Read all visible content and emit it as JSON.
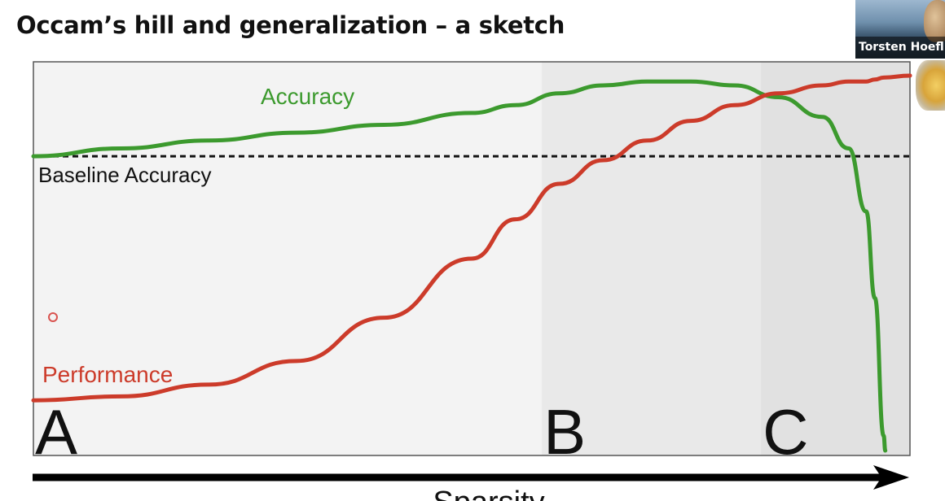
{
  "slide": {
    "title": "Occam’s hill and generalization – a sketch"
  },
  "video": {
    "participant_name": "Torsten Hoefl"
  },
  "chart_data": {
    "type": "line",
    "title": "",
    "xlabel": "Sparsity",
    "ylabel": "",
    "x": [
      0,
      0.1,
      0.2,
      0.3,
      0.4,
      0.5,
      0.55,
      0.6,
      0.65,
      0.7,
      0.75,
      0.8,
      0.85,
      0.9,
      0.93,
      0.95,
      0.96,
      0.97,
      1.0
    ],
    "series": [
      {
        "name": "Accuracy",
        "color": "#3c9a2e",
        "values": [
          0.76,
          0.78,
          0.8,
          0.82,
          0.84,
          0.87,
          0.89,
          0.92,
          0.94,
          0.95,
          0.95,
          0.94,
          0.91,
          0.86,
          0.78,
          0.62,
          0.4,
          0.05,
          null
        ]
      },
      {
        "name": "Performance",
        "color": "#cc3b2a",
        "values": [
          0.14,
          0.15,
          0.18,
          0.24,
          0.35,
          0.5,
          0.6,
          0.69,
          0.75,
          0.8,
          0.85,
          0.89,
          0.92,
          0.94,
          0.95,
          0.95,
          0.955,
          0.96,
          0.965
        ]
      }
    ],
    "baseline": {
      "name": "Baseline Accuracy",
      "value": 0.76
    },
    "regions": [
      {
        "label": "A",
        "start": 0,
        "end": 0.58,
        "color": "#f3f3f3"
      },
      {
        "label": "B",
        "start": 0.58,
        "end": 0.83,
        "color": "#e9e9e9"
      },
      {
        "label": "C",
        "start": 0.83,
        "end": 1.0,
        "color": "#e1e1e1"
      }
    ],
    "ylim": [
      0,
      1
    ],
    "grid": false,
    "legend": "inline labels"
  },
  "colors": {
    "accuracy": "#3c9a2e",
    "performance": "#cc3b2a",
    "baseline": "#111111",
    "axis_arrow": "#000000"
  }
}
